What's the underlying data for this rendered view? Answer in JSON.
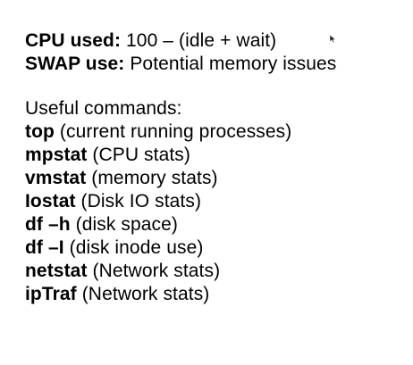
{
  "metrics": [
    {
      "label": "CPU used:",
      "text": " 100 – (idle + wait)"
    },
    {
      "label": "SWAP use:",
      "text": " Potential memory issues"
    }
  ],
  "commands_heading": "Useful commands:",
  "commands": [
    {
      "label": "top",
      "text": " (current running processes)"
    },
    {
      "label": "mpstat",
      "text": " (CPU stats)"
    },
    {
      "label": "vmstat",
      "text": " (memory stats)"
    },
    {
      "label": "Iostat",
      "text": " (Disk IO stats)"
    },
    {
      "label": "df –h",
      "text": " (disk space)"
    },
    {
      "label": "df –I",
      "text": " (disk inode use)"
    },
    {
      "label": "netstat",
      "text": " (Network stats)"
    },
    {
      "label": "ipTraf",
      "text": " (Network stats)"
    }
  ],
  "icons": {
    "cursor": "mouse-pointer-icon"
  }
}
